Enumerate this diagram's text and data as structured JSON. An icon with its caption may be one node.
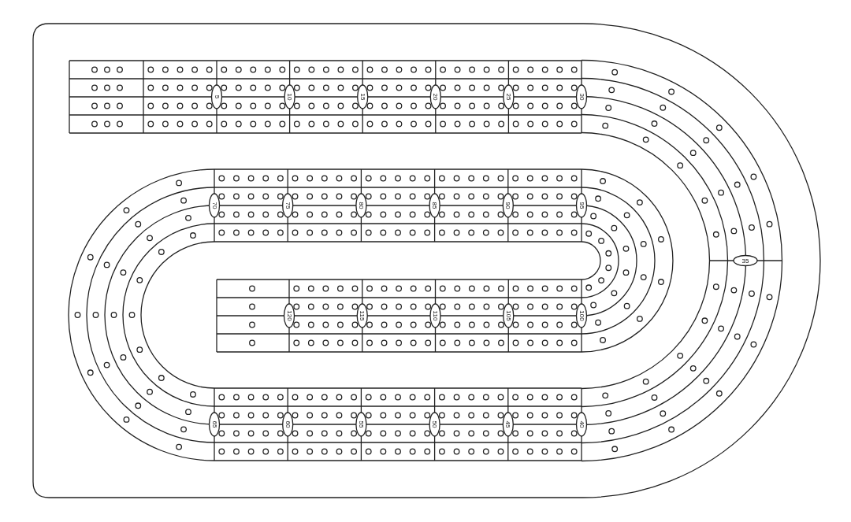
{
  "diagram": {
    "labels": [
      "5",
      "10",
      "15",
      "20",
      "25",
      "30",
      "70",
      "75",
      "80",
      "85",
      "90",
      "95",
      "35",
      "120",
      "115",
      "110",
      "105",
      "100",
      "65",
      "60",
      "55",
      "50",
      "45",
      "40"
    ]
  }
}
